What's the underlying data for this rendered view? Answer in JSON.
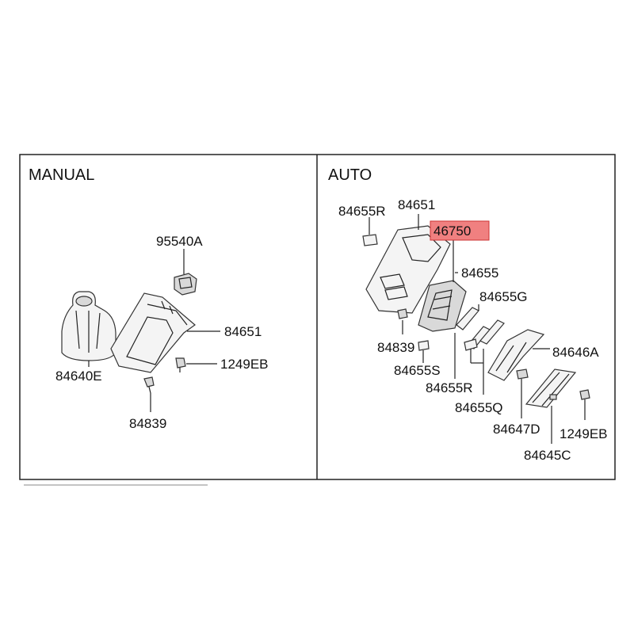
{
  "panels": {
    "manual": {
      "title": "MANUAL",
      "labels": {
        "p95540a": "95540A",
        "p84651": "84651",
        "p84640e": "84640E",
        "p1249eb": "1249EB",
        "p84839": "84839"
      }
    },
    "auto": {
      "title": "AUTO",
      "labels": {
        "p84655r_top": "84655R",
        "p84651": "84651",
        "p46750": "46750",
        "p84655": "84655",
        "p84655g": "84655G",
        "p84839": "84839",
        "p84655s": "84655S",
        "p84646a": "84646A",
        "p84655r": "84655R",
        "p84655q": "84655Q",
        "p84647d": "84647D",
        "p1249eb": "1249EB",
        "p84645c": "84645C"
      },
      "highlight_color": "#f08080"
    }
  },
  "colors": {
    "line": "#222222",
    "part_fill": "#f4f4f4"
  }
}
